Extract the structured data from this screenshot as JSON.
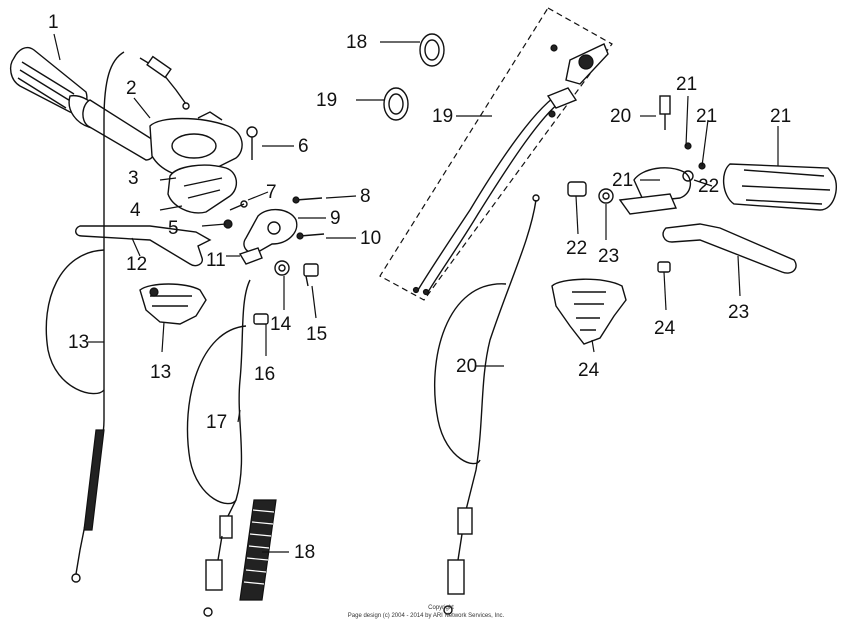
{
  "callouts": [
    "1",
    "2",
    "3",
    "4",
    "5",
    "6",
    "7",
    "8",
    "9",
    "10",
    "11",
    "12",
    "13",
    "13",
    "14",
    "15",
    "16",
    "17",
    "18",
    "18",
    "19",
    "19",
    "20",
    "20",
    "21",
    "21",
    "21",
    "21",
    "22",
    "22",
    "23",
    "23",
    "24",
    "24"
  ],
  "footer": {
    "line1": "Copyright",
    "line2": "Page design (c) 2004 - 2014 by ARI Network Services, Inc."
  },
  "colors": {
    "ink": "#111111",
    "paper": "#ffffff"
  }
}
